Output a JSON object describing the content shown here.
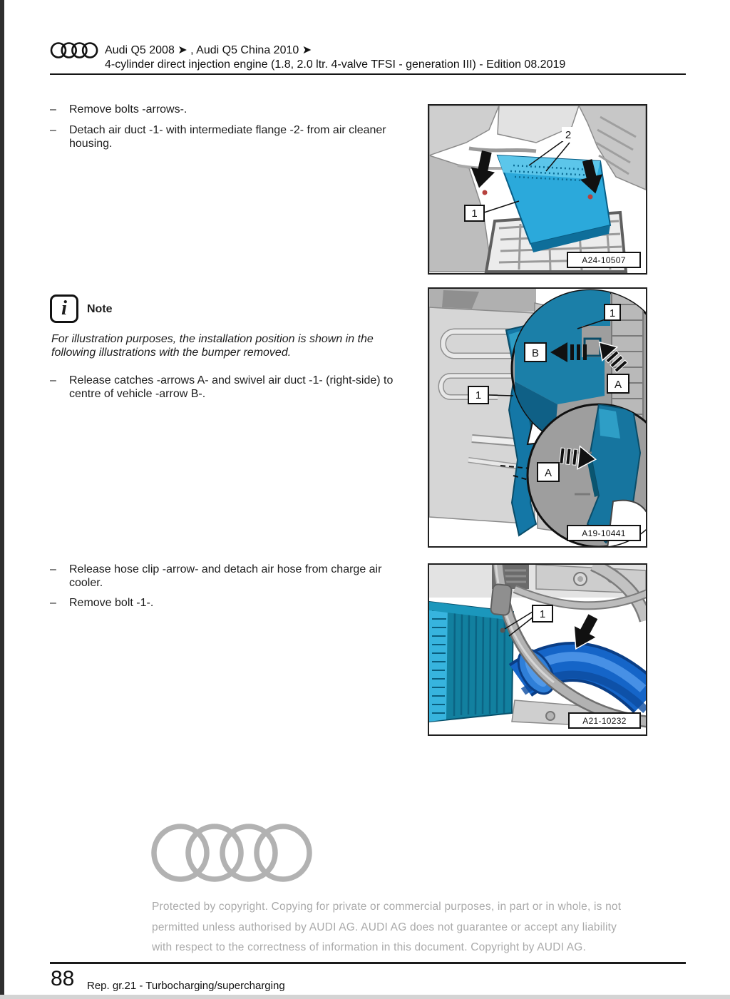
{
  "header": {
    "models": "Audi Q5 2008 ➤ , Audi Q5 China 2010 ➤",
    "engine": "4-cylinder direct injection engine (1.8, 2.0 ltr. 4-valve TFSI - generation III) - Edition 08.2019"
  },
  "list": {
    "marker": "–"
  },
  "steps": [
    {
      "text": "Remove bolts -arrows-."
    },
    {
      "text": "Detach air duct -1- with intermediate flange -2- from air cleaner housing."
    },
    {
      "text": "Release catches -arrows A- and swivel air duct -1- (right-side) to centre of vehicle -arrow B-."
    },
    {
      "text": "Release hose clip -arrow- and detach air hose from charge air cooler."
    },
    {
      "text": "Remove bolt -1-."
    }
  ],
  "note": {
    "icon_glyph": "i",
    "title": "Note",
    "body": "For illustration purposes, the installation position is shown in the following illustrations with the bumper removed."
  },
  "figures": {
    "fig1": {
      "id_label": "A24-10507",
      "callout_1": "1",
      "callout_2": "2"
    },
    "fig2": {
      "id_label": "A19-10441",
      "callout_1": "1",
      "callout_a": "A",
      "callout_b": "B"
    },
    "fig3": {
      "id_label": "A21-10232",
      "callout_1": "1"
    }
  },
  "colors": {
    "part_highlight_cyan": "#2BA9DB",
    "part_highlight_teal": "#1477A6",
    "part_highlight_blue": "#1565C8"
  },
  "watermark": {
    "lines": [
      "Protected by copyright. Copying for private or commercial purposes, in part or in whole, is not",
      "permitted unless authorised by AUDI AG. AUDI AG does not guarantee or accept any liability",
      "with respect to the correctness of information in this document. Copyright by AUDI AG."
    ]
  },
  "footer": {
    "page_number": "88",
    "section": "Rep. gr.21 - Turbocharging/supercharging"
  }
}
